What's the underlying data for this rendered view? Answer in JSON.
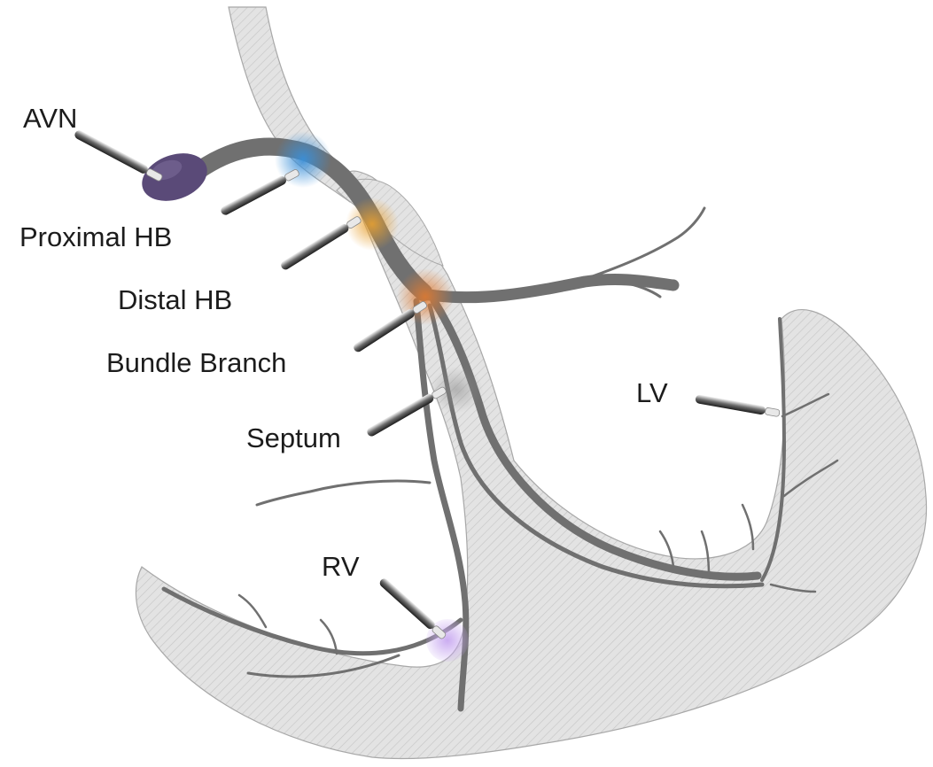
{
  "labels": {
    "avn": "AVN",
    "proximal_hb": "Proximal HB",
    "distal_hb": "Distal HB",
    "bundle_branch": "Bundle Branch",
    "septum": "Septum",
    "lv": "LV",
    "rv": "RV"
  },
  "colors": {
    "tissue": "#e3e3e3",
    "hatch": "#c6c6c6",
    "outline": "#a8a8a8",
    "conduction": "#707070",
    "avn_node": "#5a4a78",
    "proximal_hb_glow": "#3a8fd8",
    "distal_hb_glow": "#e8a030",
    "bundle_branch_glow": "#e07a30",
    "septum_glow": "#9a9a9a",
    "rv_glow": "#c8a8f0"
  }
}
